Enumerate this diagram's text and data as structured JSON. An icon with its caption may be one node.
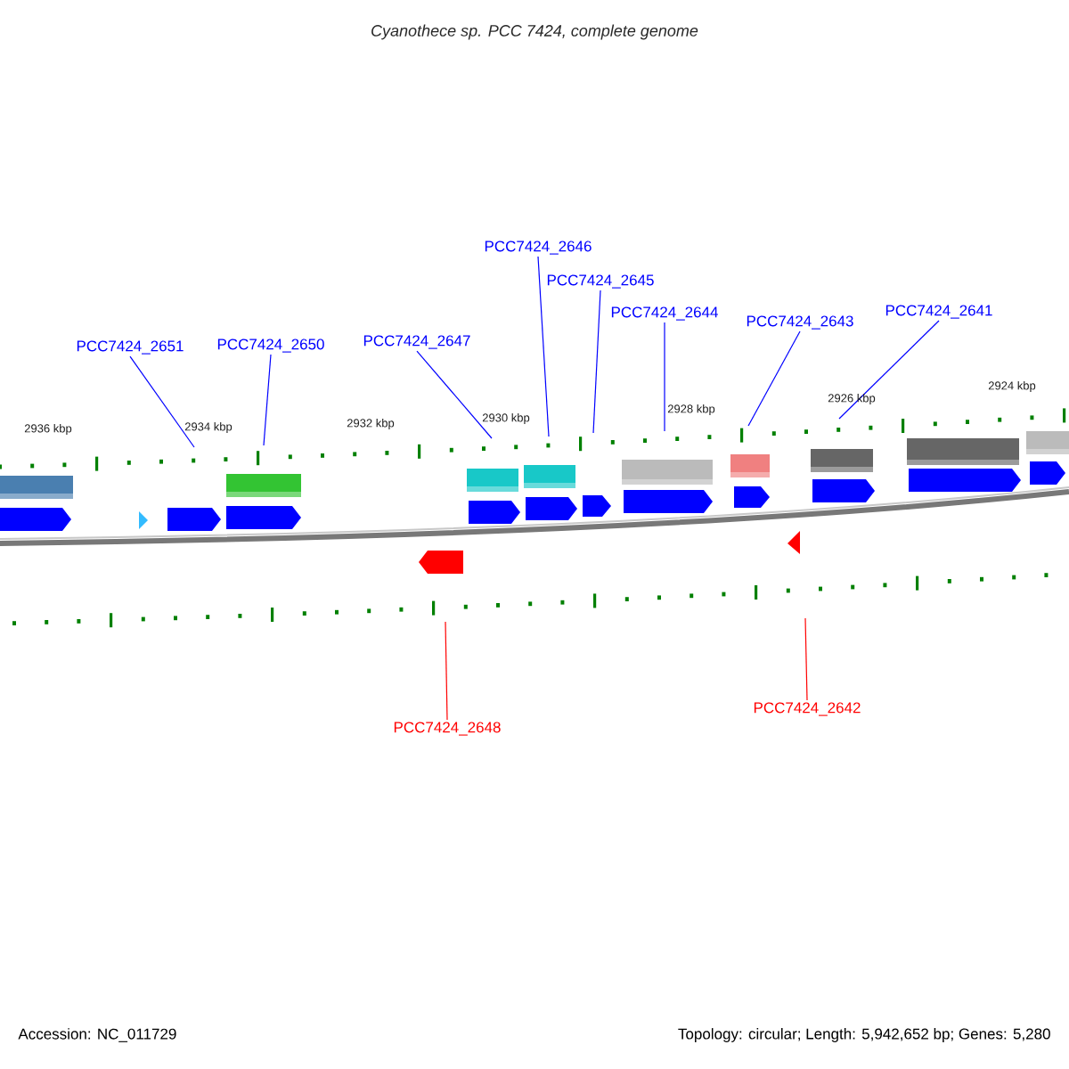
{
  "diagram": {
    "title": "Cyanothece sp. PCC 7424, complete genome",
    "nodes": [
      {
        "text": [
          "PCC7424_2646"
        ]
      },
      {
        "text": [
          "PCC7424_2645"
        ]
      },
      {
        "text": [
          "PCC7424_2644"
        ]
      },
      {
        "text": [
          "PCC7424_2641"
        ]
      },
      {
        "text": [
          "PCC7424_2643"
        ]
      },
      {
        "text": [
          "PCC7424_2651"
        ]
      },
      {
        "text": [
          "PCC7424_2650"
        ]
      },
      {
        "text": [
          "PCC7424_2647"
        ]
      },
      {
        "text": [
          "PCC7424_2642"
        ]
      },
      {
        "text": [
          "PCC7424_2648"
        ]
      }
    ],
    "edges": [
      {
        "from": 0,
        "to": null,
        "arrow": "none"
      },
      {
        "from": 1,
        "to": null,
        "arrow": "none"
      },
      {
        "from": 2,
        "to": null,
        "arrow": "none"
      },
      {
        "from": 3,
        "to": null,
        "arrow": "none"
      },
      {
        "from": 4,
        "to": null,
        "arrow": "none"
      },
      {
        "from": 5,
        "to": null,
        "arrow": "none"
      },
      {
        "from": 6,
        "to": null,
        "arrow": "none"
      },
      {
        "from": 7,
        "to": null,
        "arrow": "none"
      },
      {
        "from": 8,
        "to": null,
        "arrow": "none",
        "color": "#ff0000"
      },
      {
        "from": 9,
        "to": null,
        "arrow": "none",
        "color": "#ff0000"
      }
    ],
    "labels": [
      "2924 kbp",
      "2926 kbp",
      "2928 kbp",
      "2930 kbp",
      "2932 kbp",
      "2934 kbp",
      "2936 kbp",
      "Accession: NC_011729",
      "Topology: circular; Length: 5,942,652 bp; Genes: 5,280"
    ]
  }
}
